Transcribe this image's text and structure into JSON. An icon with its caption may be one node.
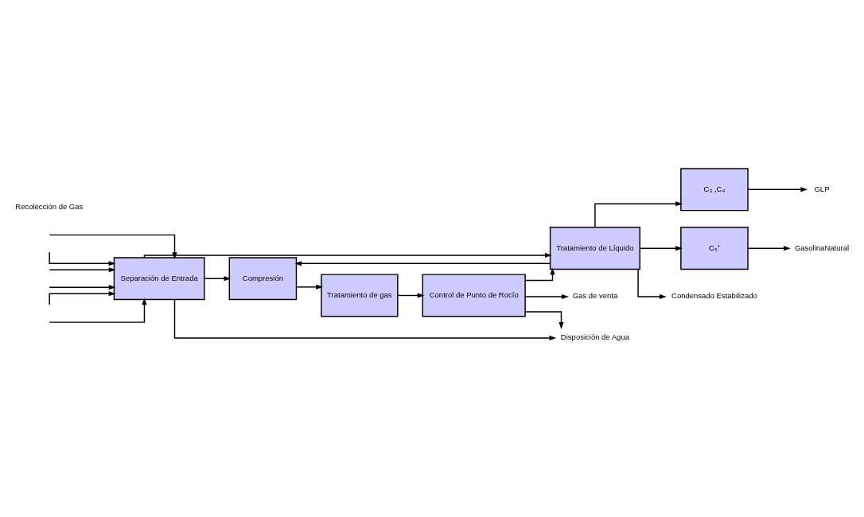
{
  "diagram": {
    "nodes": [
      {
        "text": [
          "Compresión"
        ]
      },
      {
        "text": [
          "Tratamiento de gas"
        ]
      },
      {
        "text": [
          "Control de Punto de Rocío"
        ]
      },
      {
        "text": [
          "Gas de venta"
        ]
      },
      {
        "text": [
          "Separación de Entrada"
        ]
      },
      {
        "text": [
          "Tratamiento de Líquido"
        ]
      },
      {
        "text": [
          "C₃ ,C₄"
        ]
      },
      {
        "text": [
          "GLP"
        ]
      },
      {
        "text": [
          "C₅⁺"
        ]
      },
      {
        "text": [
          "GasolinaNatural"
        ]
      },
      {
        "text": [
          "Condensado Estabilizado"
        ]
      },
      {
        "text": [
          "Disposición de Agua"
        ]
      }
    ],
    "edges": [
      {
        "from": 0,
        "to": 1,
        "arrow": "to"
      },
      {
        "from": 1,
        "to": 2,
        "arrow": "to"
      },
      {
        "from": 2,
        "to": 3,
        "arrow": "to"
      },
      {
        "from": null,
        "to": 4,
        "arrow": "to"
      },
      {
        "from": null,
        "to": 4,
        "arrow": "to"
      },
      {
        "from": null,
        "to": 4,
        "arrow": "to"
      },
      {
        "from": null,
        "to": 4,
        "arrow": "to"
      },
      {
        "from": null,
        "to": 4,
        "arrow": "to"
      },
      {
        "from": null,
        "to": 4,
        "arrow": "to"
      },
      {
        "from": 4,
        "to": 0,
        "arrow": "to"
      },
      {
        "from": 4,
        "to": 5,
        "arrow": "to"
      },
      {
        "from": 2,
        "to": 5,
        "arrow": "to"
      },
      {
        "from": 5,
        "to": 0,
        "arrow": "to"
      },
      {
        "from": 2,
        "to": 11,
        "arrow": "to"
      },
      {
        "from": 5,
        "to": 6,
        "arrow": "to"
      },
      {
        "from": 6,
        "to": 7,
        "arrow": "to"
      },
      {
        "from": 5,
        "to": 8,
        "arrow": "to"
      },
      {
        "from": 8,
        "to": 9,
        "arrow": "to"
      },
      {
        "from": 5,
        "to": 10,
        "arrow": "to"
      },
      {
        "from": 4,
        "to": 11,
        "arrow": "to"
      }
    ],
    "labels": [
      "Recolección de Gas"
    ]
  }
}
